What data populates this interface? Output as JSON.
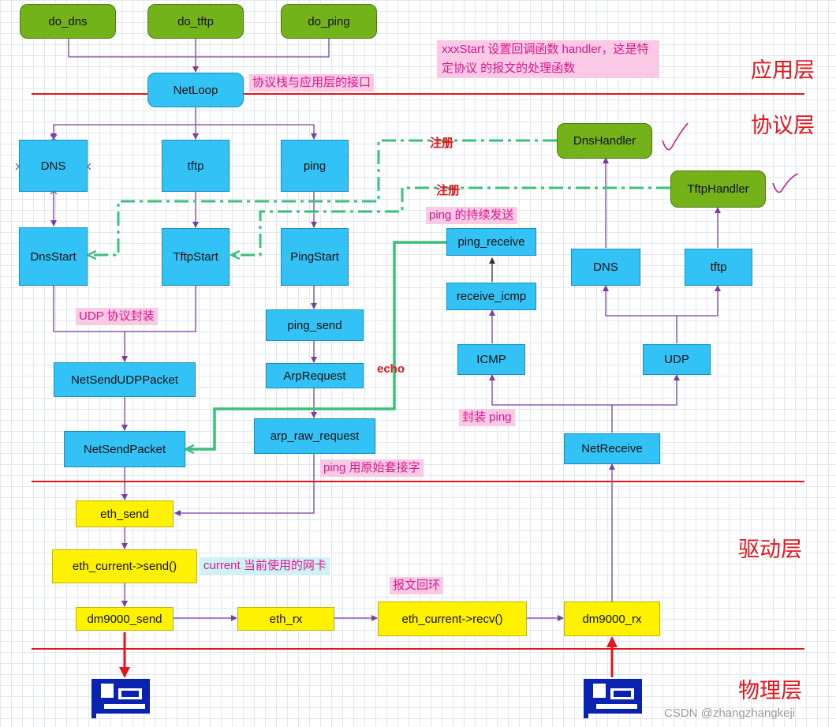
{
  "layers": {
    "app": "应用层",
    "protocol": "协议层",
    "driver": "驱动层",
    "physical": "物理层"
  },
  "nodes": {
    "do_dns": "do_dns",
    "do_tftp": "do_tftp",
    "do_ping": "do_ping",
    "netloop": "NetLoop",
    "dns_left": "DNS",
    "tftp_left": "tftp",
    "ping": "ping",
    "dnsstart": "DnsStart",
    "tftpstart": "TftpStart",
    "pingstart": "PingStart",
    "ping_send": "ping_send",
    "arprequest": "ArpRequest",
    "arp_raw_request": "arp_raw_request",
    "netsendudppacket": "NetSendUDPPacket",
    "netsendpacket": "NetSendPacket",
    "eth_send": "eth_send",
    "eth_current_send": "eth_current->send()",
    "dm9000_send": "dm9000_send",
    "eth_rx": "eth_rx",
    "eth_current_recv": "eth_current->recv()",
    "dm9000_rx": "dm9000_rx",
    "netreceive": "NetReceive",
    "icmp": "ICMP",
    "receive_icmp": "receive_icmp",
    "ping_receive": "ping_receive",
    "udp": "UDP",
    "dns_right": "DNS",
    "tftp_right": "tftp",
    "dnshandler": "DnsHandler",
    "tftphandler": "TftpHandler"
  },
  "notes": {
    "stack_interface": "协议栈与应用层的接口",
    "xxxstart": "xxxStart 设置回调函数  handler，这是特定协议 的报文的处理函数",
    "udp_encap": "UDP 协议封装",
    "ping_continuous": "ping 的持续发送",
    "encap_ping": "封装 ping",
    "ping_raw_socket": "ping 用原始套接字",
    "current_nic": "current 当前使用的网卡",
    "loopback": "报文回环"
  },
  "labels": {
    "register_1": "注册",
    "register_2": "注册",
    "echo": "echo"
  },
  "watermark": "CSDN @zhangzhangkeji",
  "icons": [
    "x-mark-icon",
    "check-mark-icon",
    "network-card-icon"
  ],
  "colors": {
    "green_node": "#74b21a",
    "blue_node": "#33c2f5",
    "yellow_node": "#fff200",
    "flow_line": "#7b3fa0",
    "layer_line": "#e8141c",
    "register_line": "#3cc07a",
    "echo_line": "#3cc07a",
    "note_text": "#e0198a",
    "note_bg": "#f9c9e6"
  }
}
